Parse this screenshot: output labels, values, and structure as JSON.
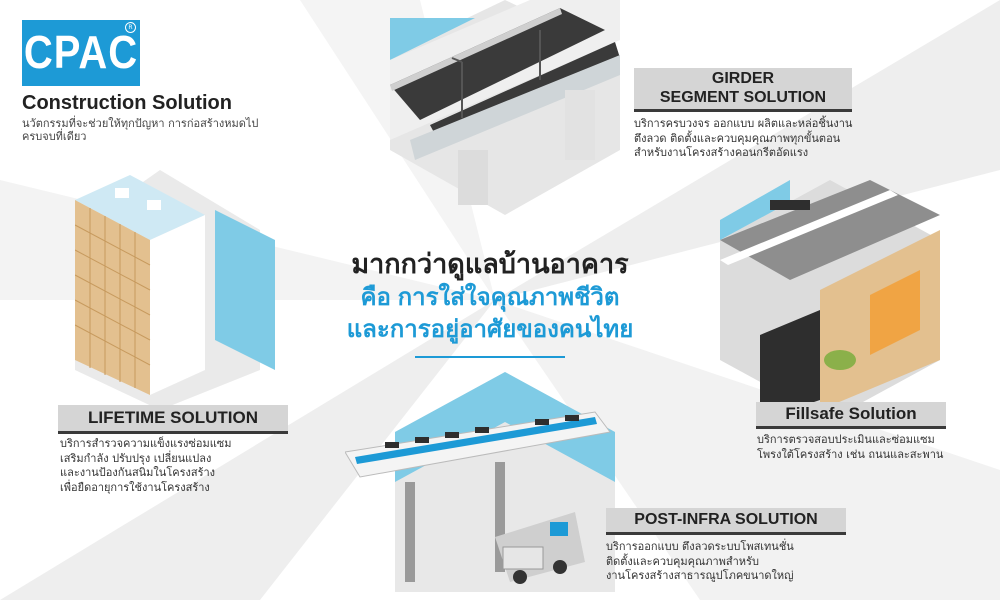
{
  "brand": {
    "logo_text": "CPAC",
    "title": "Construction Solution",
    "description": "นวัตกรรมที่จะช่วยให้ทุกปัญหา การก่อสร้างหมดไป ครบจบที่เดียว"
  },
  "headline": {
    "line1": "มากกว่าดูแลบ้านอาคาร",
    "line2": "คือ การใส่ใจคุณภาพชีวิต",
    "line3": "และการอยู่อาศัยของคนไทย"
  },
  "solutions": {
    "girder": {
      "title_line1": "GIRDER",
      "title_line2": "SEGMENT SOLUTION",
      "description": "บริการครบวงจร ออกแบบ ผลิตและหล่อชิ้นงาน\nตึงลวด ติดตั้งและควบคุมคุณภาพทุกขั้นตอน\nสำหรับงานโครงสร้างคอนกรีตอัดแรง"
    },
    "lifetime": {
      "title": "LIFETIME SOLUTION",
      "description": "บริการสำรวจความแข็งแรงซ่อมแซม\nเสริมกำลัง ปรับปรุง เปลี่ยนแปลง\nและงานป้องกันสนิมในโครงสร้าง\nเพื่อยืดอายุการใช้งานโครงสร้าง"
    },
    "fillsafe": {
      "title": "Fillsafe Solution",
      "description": "บริการตรวจสอบประเมินและซ่อมแซม\nโพรงใต้โครงสร้าง เช่น ถนนและสะพาน"
    },
    "postinfra": {
      "title": "POST-INFRA SOLUTION",
      "description": "บริการออกแบบ ตึงลวดระบบโพสเทนชั่น\nติดตั้งและควบคุมคุณภาพสำหรับ\nงานโครงสร้างสาธารณูปโภคขนาดใหญ่"
    }
  },
  "colors": {
    "accent_blue": "#1d9ad6",
    "sky_blue": "#7fcbe6",
    "pill_gray": "#d5d5d5",
    "facade_tan": "#e3c08f"
  }
}
